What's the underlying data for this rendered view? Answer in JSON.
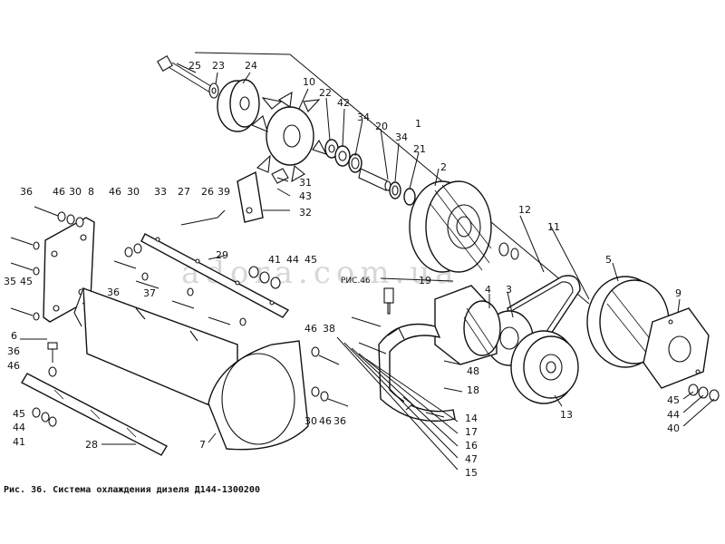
{
  "caption": "Рис. 36. Система охлаждения дизеля Д144-1300200",
  "watermark": "adora.com.ua",
  "figure_ref": "РИС.46",
  "callouts": [
    "1",
    "2",
    "3",
    "4",
    "5",
    "6",
    "7",
    "8",
    "9",
    "10",
    "11",
    "12",
    "13",
    "14",
    "15",
    "16",
    "17",
    "18",
    "19",
    "20",
    "21",
    "22",
    "23",
    "24",
    "25",
    "26",
    "27",
    "28",
    "29",
    "30",
    "31",
    "32",
    "33",
    "34",
    "35",
    "36",
    "37",
    "38",
    "39",
    "40",
    "41",
    "42",
    "43",
    "44",
    "45",
    "46",
    "47",
    "48"
  ]
}
